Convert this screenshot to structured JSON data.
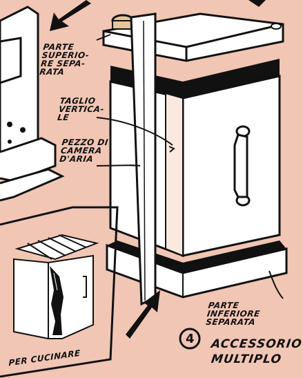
{
  "labels": {
    "top_part": "PARTE\nSUPERIO-\nRE SEPA-\nRATA",
    "vertical_cut": "TAGLIO\nVERTICA-\nLE",
    "inner_tube": "PEZZO DI\nCAMERA\nD'ARIA",
    "bottom_part": "PARTE\nINFERIORE\nSEPARATA",
    "cooking": "PER CUCINARE",
    "figure_number": "4",
    "title_line1": "ACCESSORIO",
    "title_line2": "MULTIPLO"
  },
  "colors": {
    "background": "#f1c6b4",
    "ink": "#111111",
    "can_body": "#ffffff",
    "band": "#111111"
  }
}
